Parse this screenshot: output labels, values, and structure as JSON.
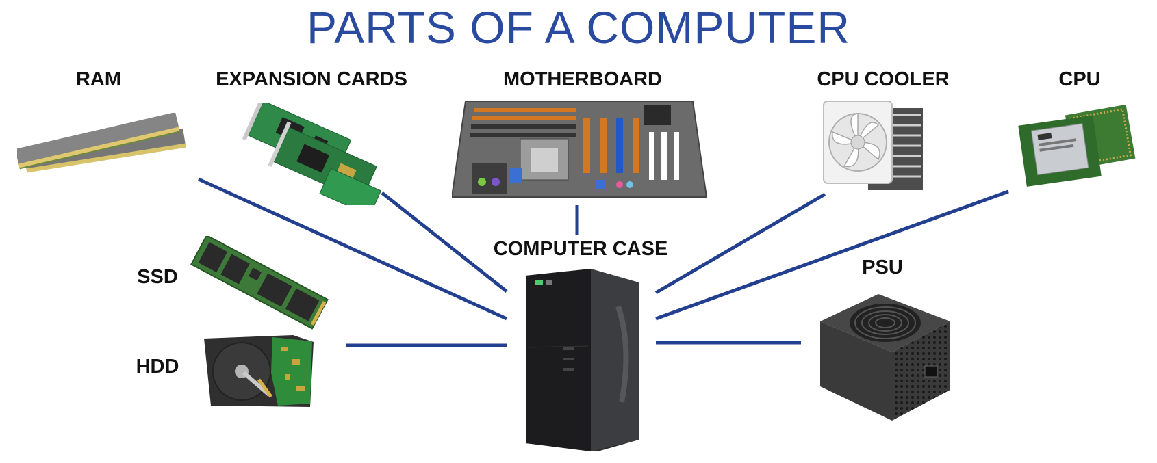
{
  "title": "PARTS OF A COMPUTER",
  "line_color": "#233f8f",
  "components": {
    "ram": {
      "label": "RAM",
      "icon": "ram-module-icon"
    },
    "expansion_cards": {
      "label": "EXPANSION CARDS",
      "icon": "expansion-card-icon"
    },
    "motherboard": {
      "label": "MOTHERBOARD",
      "icon": "motherboard-icon"
    },
    "cpu_cooler": {
      "label": "CPU COOLER",
      "icon": "cpu-cooler-icon"
    },
    "cpu": {
      "label": "CPU",
      "icon": "cpu-chip-icon"
    },
    "computer_case": {
      "label": "COMPUTER CASE",
      "icon": "computer-case-icon"
    },
    "ssd": {
      "label": "SSD",
      "icon": "ssd-icon"
    },
    "hdd": {
      "label": "HDD",
      "icon": "hdd-icon"
    },
    "psu": {
      "label": "PSU",
      "icon": "psu-icon"
    }
  }
}
